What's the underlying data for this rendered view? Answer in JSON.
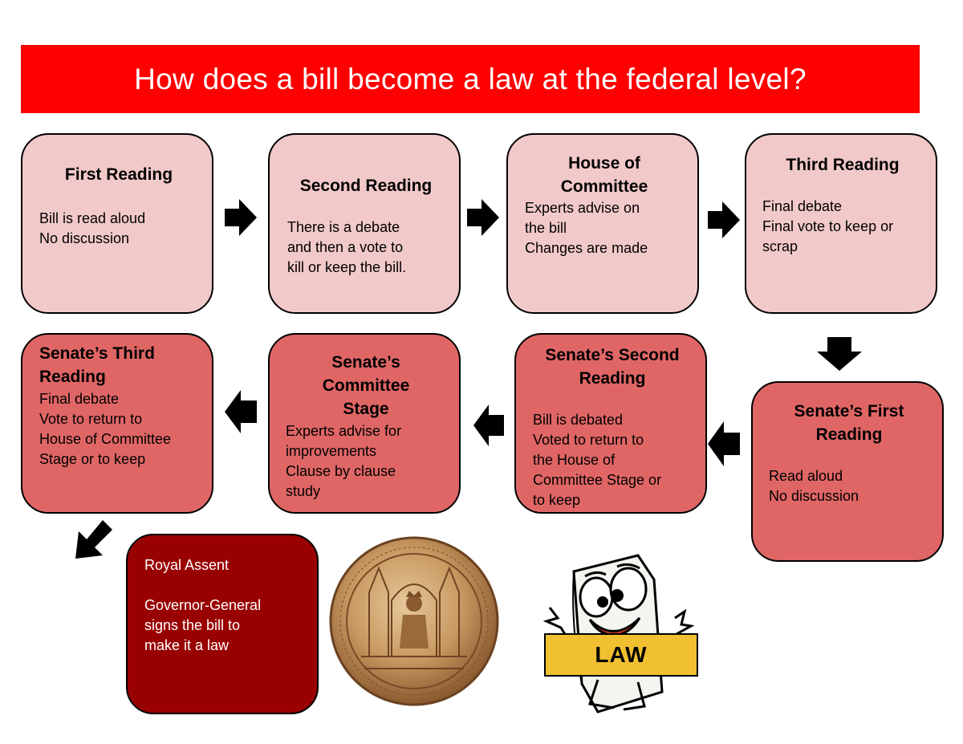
{
  "title": "How does a bill become a law at the federal level?",
  "steps": [
    {
      "title": "First Reading",
      "lines": [
        "Bill is read aloud",
        "No discussion"
      ]
    },
    {
      "title": "Second Reading",
      "lines": [
        "There is a debate",
        "and then a vote to",
        "kill or keep the bill."
      ]
    },
    {
      "title_lines": [
        "House of",
        "Committee"
      ],
      "lines": [
        "Experts advise on",
        "the bill",
        "Changes are made"
      ]
    },
    {
      "title": "Third Reading",
      "lines": [
        "Final debate",
        "Final vote to keep or",
        "scrap"
      ]
    },
    {
      "title_lines": [
        "Senate’s First",
        "Reading"
      ],
      "lines": [
        "Read aloud",
        "No discussion"
      ]
    },
    {
      "title_lines": [
        "Senate’s Second",
        "Reading"
      ],
      "lines": [
        "Bill is debated",
        "Voted to return to",
        "the House of",
        "Committee Stage or",
        "to keep"
      ]
    },
    {
      "title_lines": [
        "Senate’s",
        "Committee",
        "Stage"
      ],
      "lines": [
        "Experts advise for",
        "improvements",
        "Clause by clause",
        "study"
      ]
    },
    {
      "title_lines": [
        "Senate’s Third",
        "Reading"
      ],
      "lines": [
        "Final debate",
        "Vote to return to",
        "House of Committee",
        "Stage or to keep"
      ]
    }
  ],
  "royal_assent": {
    "lines": [
      "Royal Assent",
      "",
      "Governor-General",
      "signs the bill to",
      "make it a law"
    ]
  },
  "law_label": "LAW",
  "colors": {
    "banner": "#ff0000",
    "light_box": "#f2c9c9",
    "mid_box": "#e06666",
    "dark_box": "#990000",
    "law_banner": "#f0c030"
  },
  "icons": [
    "arrow-right-icon",
    "arrow-down-icon",
    "arrow-left-icon",
    "arrow-down-left-icon",
    "great-seal-image",
    "law-mascot-image"
  ]
}
